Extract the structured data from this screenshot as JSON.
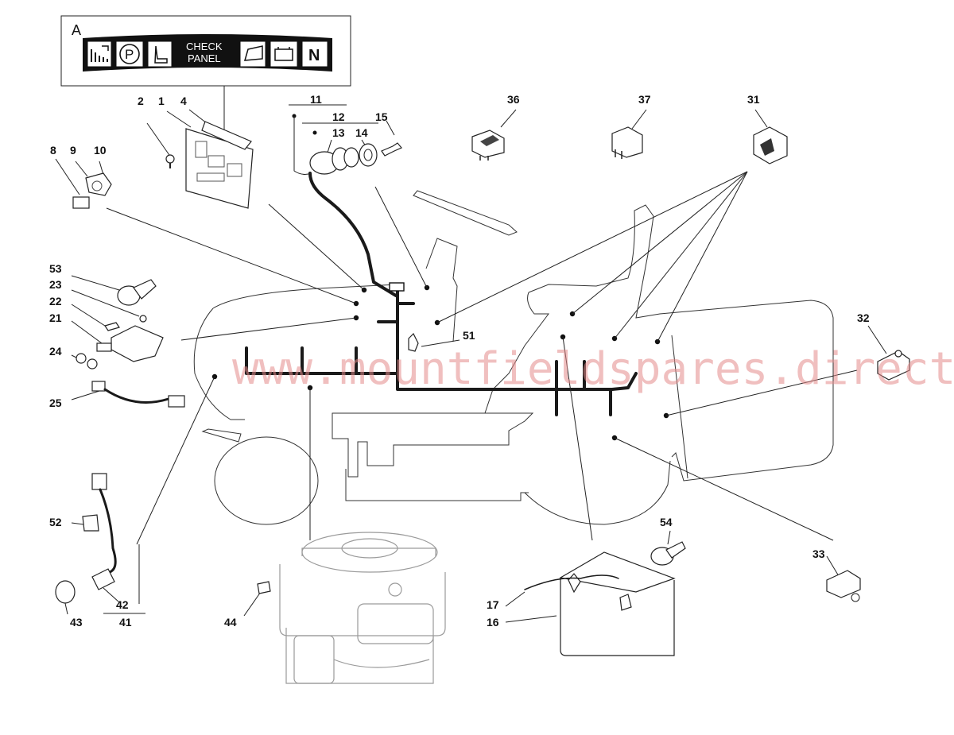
{
  "panel": {
    "label_a": "A",
    "check_line1": "CHECK",
    "check_line2": "PANEL",
    "letter_p": "P",
    "letter_n": "N"
  },
  "watermark": "www.mountfieldspares.direct",
  "callouts": {
    "c1": "1",
    "c2": "2",
    "c4": "4",
    "c8": "8",
    "c9": "9",
    "c10": "10",
    "c11": "11",
    "c12": "12",
    "c13": "13",
    "c14": "14",
    "c15": "15",
    "c16": "16",
    "c17": "17",
    "c21": "21",
    "c22": "22",
    "c23": "23",
    "c24": "24",
    "c25": "25",
    "c31": "31",
    "c32": "32",
    "c33": "33",
    "c36": "36",
    "c37": "37",
    "c41": "41",
    "c42": "42",
    "c43": "43",
    "c44": "44",
    "c51": "51",
    "c52": "52",
    "c53": "53",
    "c54": "54"
  }
}
